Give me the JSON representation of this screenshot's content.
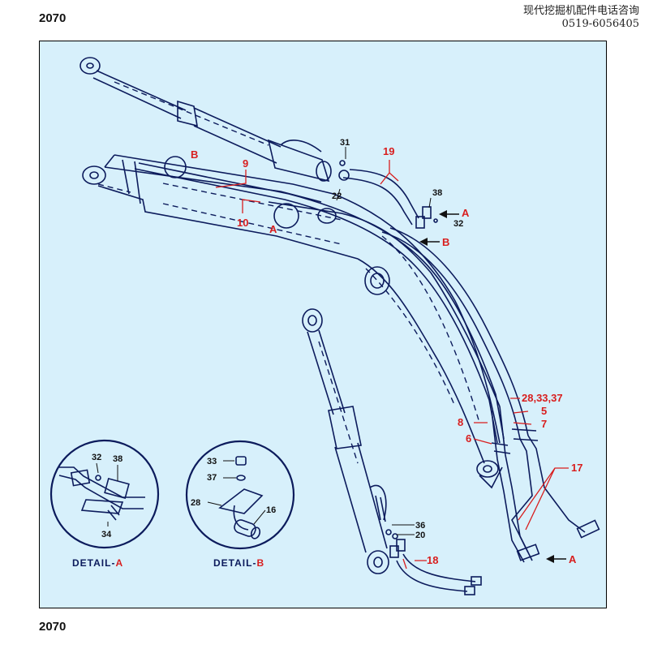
{
  "page": {
    "code_top": "2070",
    "code_bottom": "2070"
  },
  "contact": {
    "line1": "现代挖掘机配件电话咨询",
    "line2": "0519-6056405"
  },
  "callouts": {
    "c31": "31",
    "c19": "19",
    "c9": "9",
    "cB_top": "B",
    "c38": "38",
    "cA_right": "A",
    "c32": "32",
    "c22": "22",
    "c10": "10",
    "cA_mid": "A",
    "cB_right": "B",
    "c28_33_37": "28,33,37",
    "c5": "5",
    "c8": "8",
    "c7": "7",
    "c6": "6",
    "c17": "17",
    "c36": "36",
    "c20": "20",
    "c18": "18",
    "cA_bottom": "A"
  },
  "detail_a": {
    "title_prefix": "DETAIL-",
    "title_letter": "A",
    "labels": {
      "l32": "32",
      "l38": "38",
      "l34": "34"
    }
  },
  "detail_b": {
    "title_prefix": "DETAIL-",
    "title_letter": "B",
    "labels": {
      "l33": "33",
      "l37": "37",
      "l28": "28",
      "l16": "16"
    }
  },
  "colors": {
    "panel_bg": "#d7f0fb",
    "line_art": "#0c1b5c",
    "callout": "#d81e1e"
  }
}
